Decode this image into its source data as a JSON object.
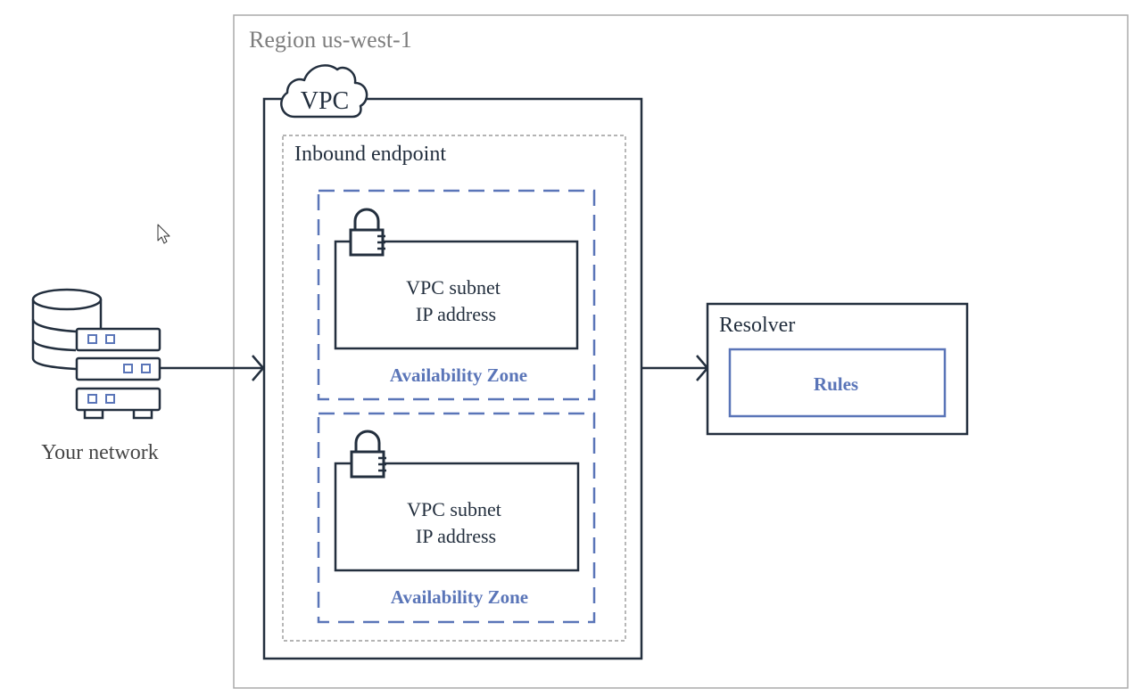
{
  "region": {
    "label": "Region us-west-1"
  },
  "vpc": {
    "label": "VPC"
  },
  "endpoint": {
    "label": "Inbound endpoint"
  },
  "zones": [
    {
      "line1": "VPC subnet",
      "line2": "IP address",
      "zone_label": "Availability Zone"
    },
    {
      "line1": "VPC subnet",
      "line2": "IP address",
      "zone_label": "Availability Zone"
    }
  ],
  "resolver": {
    "label": "Resolver",
    "rules_label": "Rules"
  },
  "network": {
    "label": "Your network",
    "icon": "server-database-icon"
  },
  "colors": {
    "dark": "#232f3e",
    "accent": "#5a75b8",
    "region_border": "#aaaaaa",
    "region_text": "#7d7d7d",
    "dashed_gray": "#888888"
  }
}
